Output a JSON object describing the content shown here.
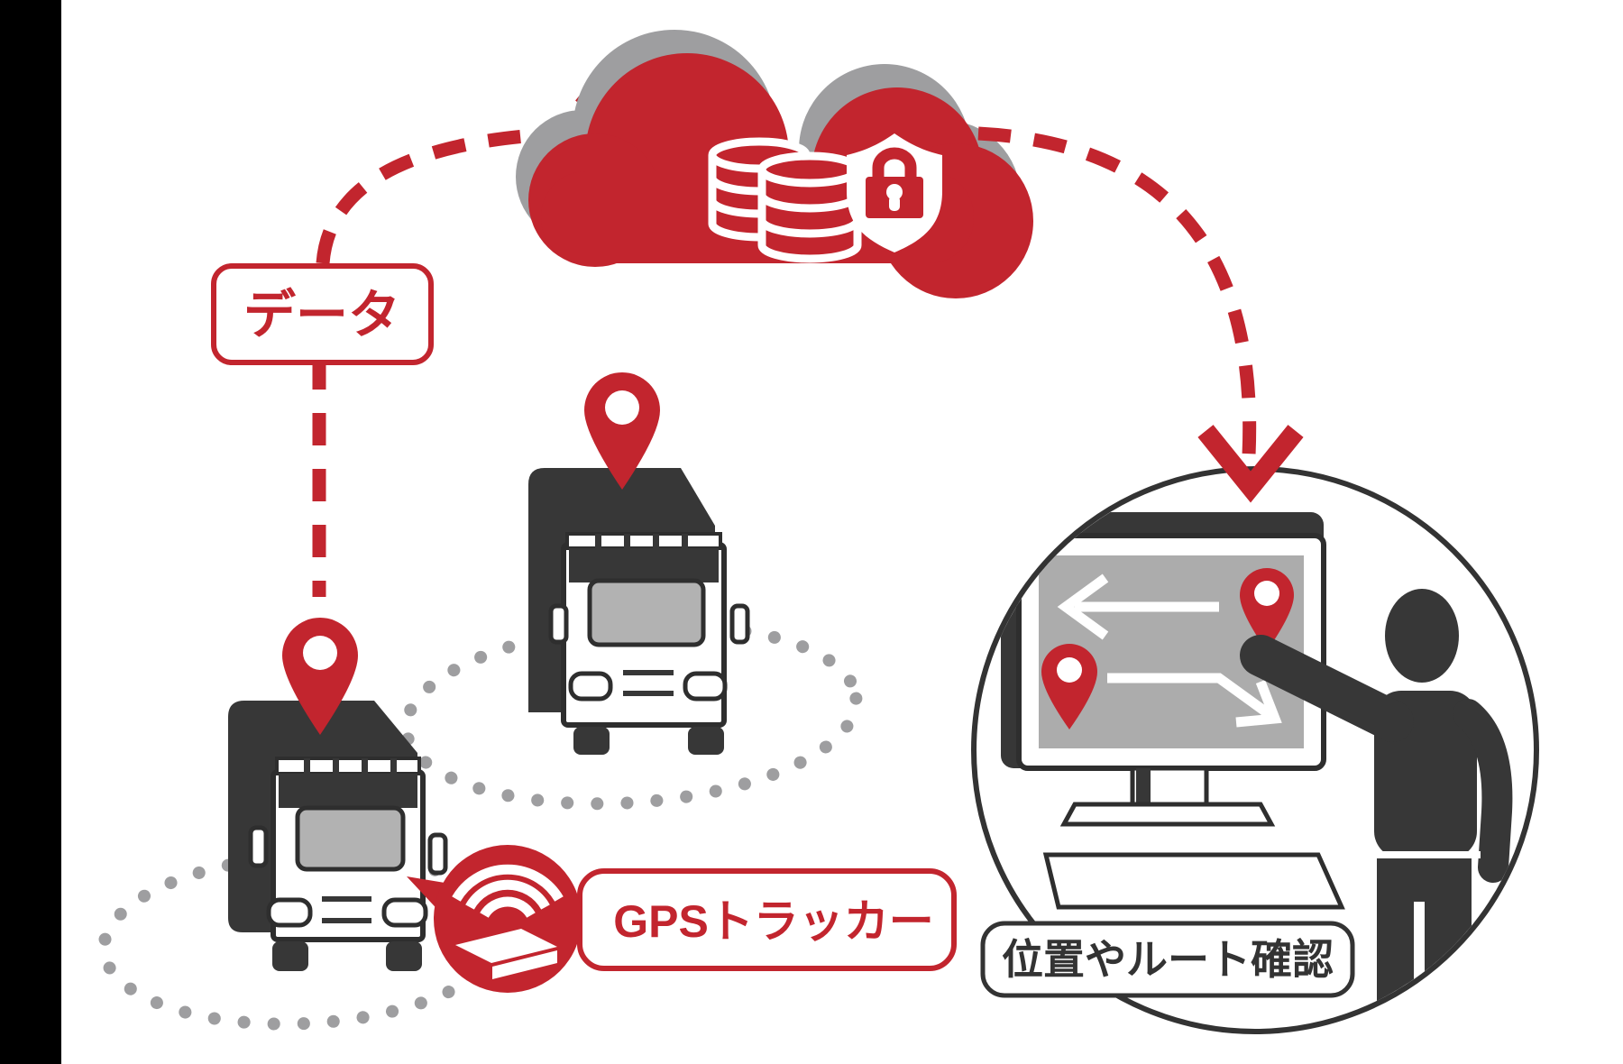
{
  "labels": {
    "data": "データ",
    "gps_tracker": "GPSトラッカー",
    "route_check": "位置やルート確認"
  },
  "icons": {
    "cloud": "cloud-icon",
    "database": "database-icon",
    "shield_lock": "shield-lock-icon",
    "location_pin": "location-pin-icon",
    "truck": "truck-icon",
    "wifi": "wifi-icon",
    "gps_device": "gps-device-icon",
    "monitor": "monitor-icon",
    "keyboard": "keyboard-icon",
    "person": "person-icon",
    "arrow_left": "map-arrow-left-icon",
    "arrow_route": "map-arrow-route-icon",
    "dashed_arrow": "dashed-arrow"
  },
  "colors": {
    "accent_red": "#c2252e",
    "shadow_gray": "#9e9ea0",
    "dark": "#373737",
    "outline": "#2e2e2e",
    "screen_gray": "#acacac",
    "windshield_gray": "#b2b2b2",
    "edge_bar_black": "#000000"
  }
}
